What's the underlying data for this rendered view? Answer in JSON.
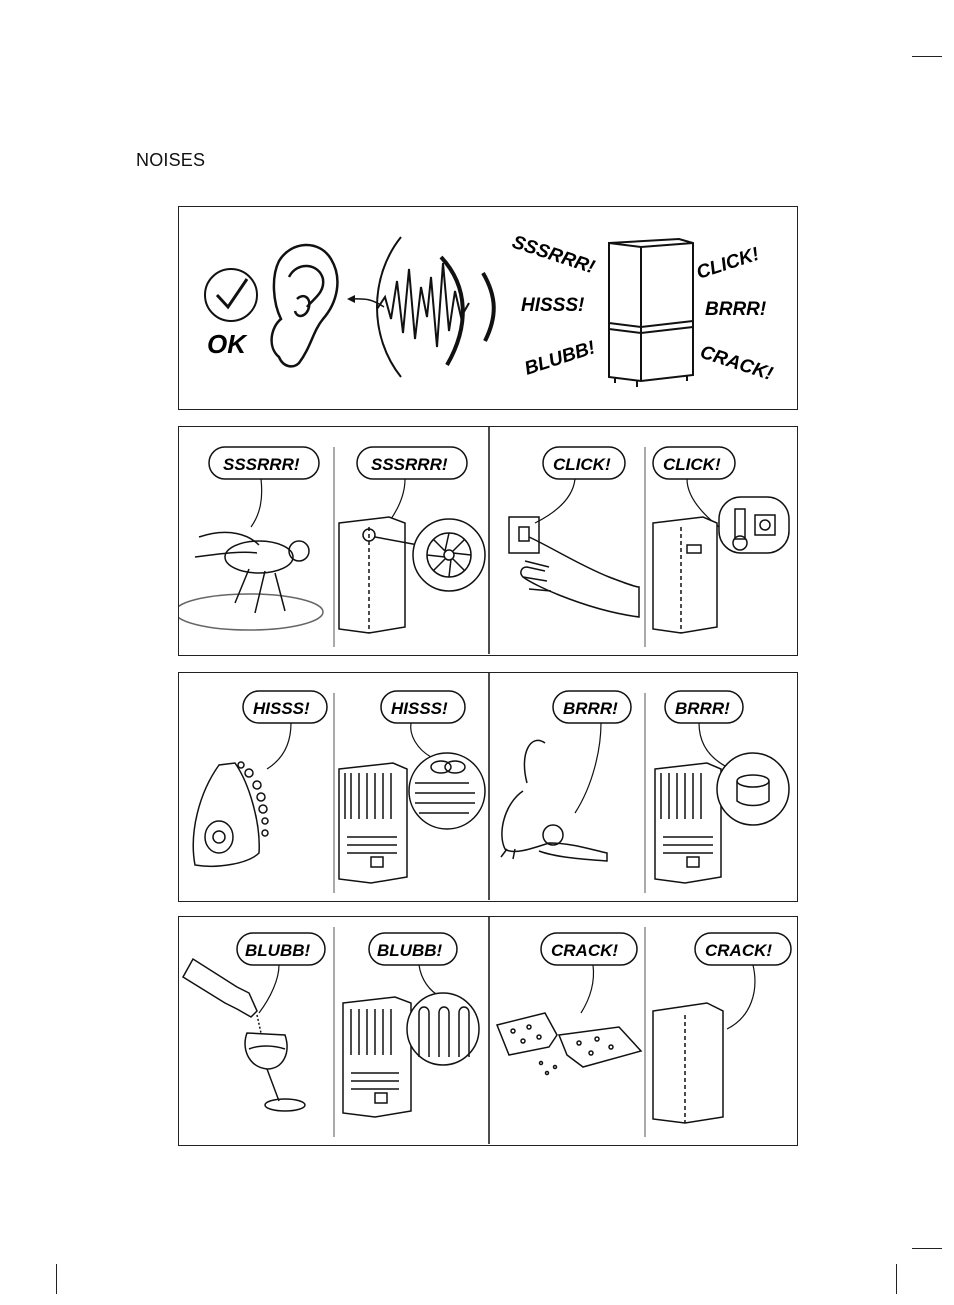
{
  "heading": "NOISES",
  "top_panel": {
    "ok_label": "OK",
    "sounds": [
      "SSSRRR!",
      "HISSS!",
      "BLUBB!",
      "CLICK!",
      "BRRR!",
      "CRACK!"
    ]
  },
  "pairs": [
    {
      "label": "SSSRRR!",
      "icon": "fly-icon",
      "detail_icon": "fan-icon"
    },
    {
      "label": "CLICK!",
      "icon": "switch-hand-icon",
      "detail_icon": "thermostat-icon"
    },
    {
      "label": "HISSS!",
      "icon": "steam-iron-icon",
      "detail_icon": "coil-icon"
    },
    {
      "label": "BRRR!",
      "icon": "cat-icon",
      "detail_icon": "compressor-icon"
    },
    {
      "label": "BLUBB!",
      "icon": "wine-glass-icon",
      "detail_icon": "pipe-icon"
    },
    {
      "label": "CRACK!",
      "icon": "cracker-icon",
      "detail_icon": "fridge-icon"
    }
  ]
}
